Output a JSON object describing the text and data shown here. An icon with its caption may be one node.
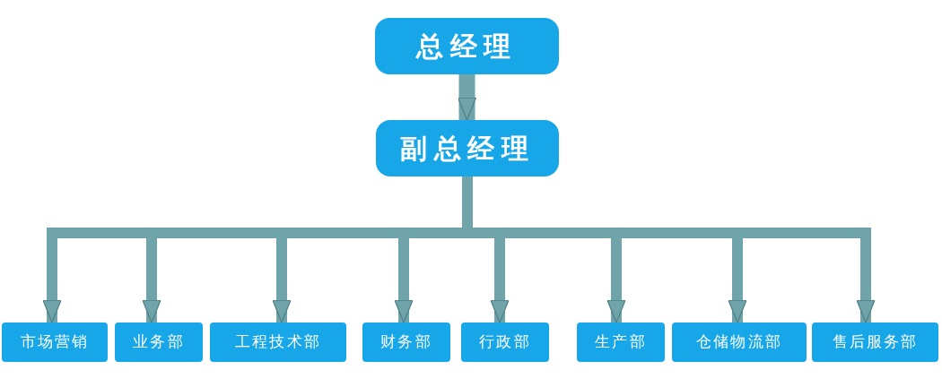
{
  "diagram": {
    "nodes": [
      {
        "text": [
          "总经理"
        ]
      },
      {
        "text": [
          "副总经理"
        ]
      },
      {
        "text": [
          "市场营销"
        ]
      },
      {
        "text": [
          "业务部"
        ]
      },
      {
        "text": [
          "工程技术部"
        ]
      },
      {
        "text": [
          "财务部"
        ]
      },
      {
        "text": [
          "行政部"
        ]
      },
      {
        "text": [
          "生产部"
        ]
      },
      {
        "text": [
          "仓储物流部"
        ]
      },
      {
        "text": [
          "售后服务部"
        ]
      }
    ],
    "edges": [
      {
        "from": 0,
        "to": 1,
        "arrow": "to"
      },
      {
        "from": 1,
        "to": 2,
        "arrow": "to"
      },
      {
        "from": 1,
        "to": 3,
        "arrow": "to"
      },
      {
        "from": 1,
        "to": 4,
        "arrow": "to"
      },
      {
        "from": 1,
        "to": 5,
        "arrow": "to"
      },
      {
        "from": 1,
        "to": 6,
        "arrow": "to"
      },
      {
        "from": 1,
        "to": 7,
        "arrow": "to"
      },
      {
        "from": 1,
        "to": 8,
        "arrow": "to"
      },
      {
        "from": 1,
        "to": 9,
        "arrow": "to"
      }
    ]
  }
}
